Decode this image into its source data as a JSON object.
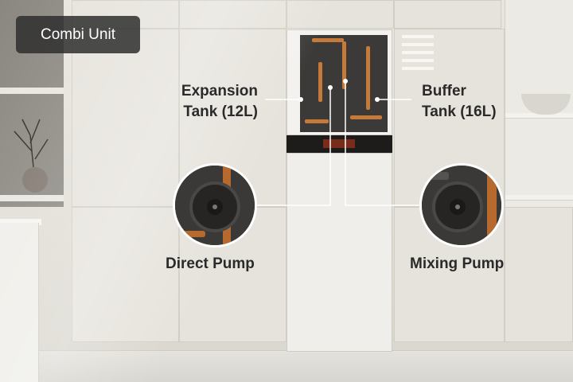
{
  "badge": {
    "label": "Combi Unit"
  },
  "callouts": {
    "expansion_tank": {
      "line1": "Expansion",
      "line2": "Tank (12L)"
    },
    "buffer_tank": {
      "line1": "Buffer",
      "line2": "Tank (16L)"
    },
    "direct_pump": {
      "label": "Direct Pump"
    },
    "mixing_pump": {
      "label": "Mixing Pump"
    }
  },
  "colors": {
    "badge_bg": "#2e2e2e",
    "label_text": "#2a2a2a",
    "copper": "#c67a3a",
    "callout_line": "#ffffff"
  },
  "icons": [
    "pump-closeup-image",
    "combi-unit-image"
  ]
}
